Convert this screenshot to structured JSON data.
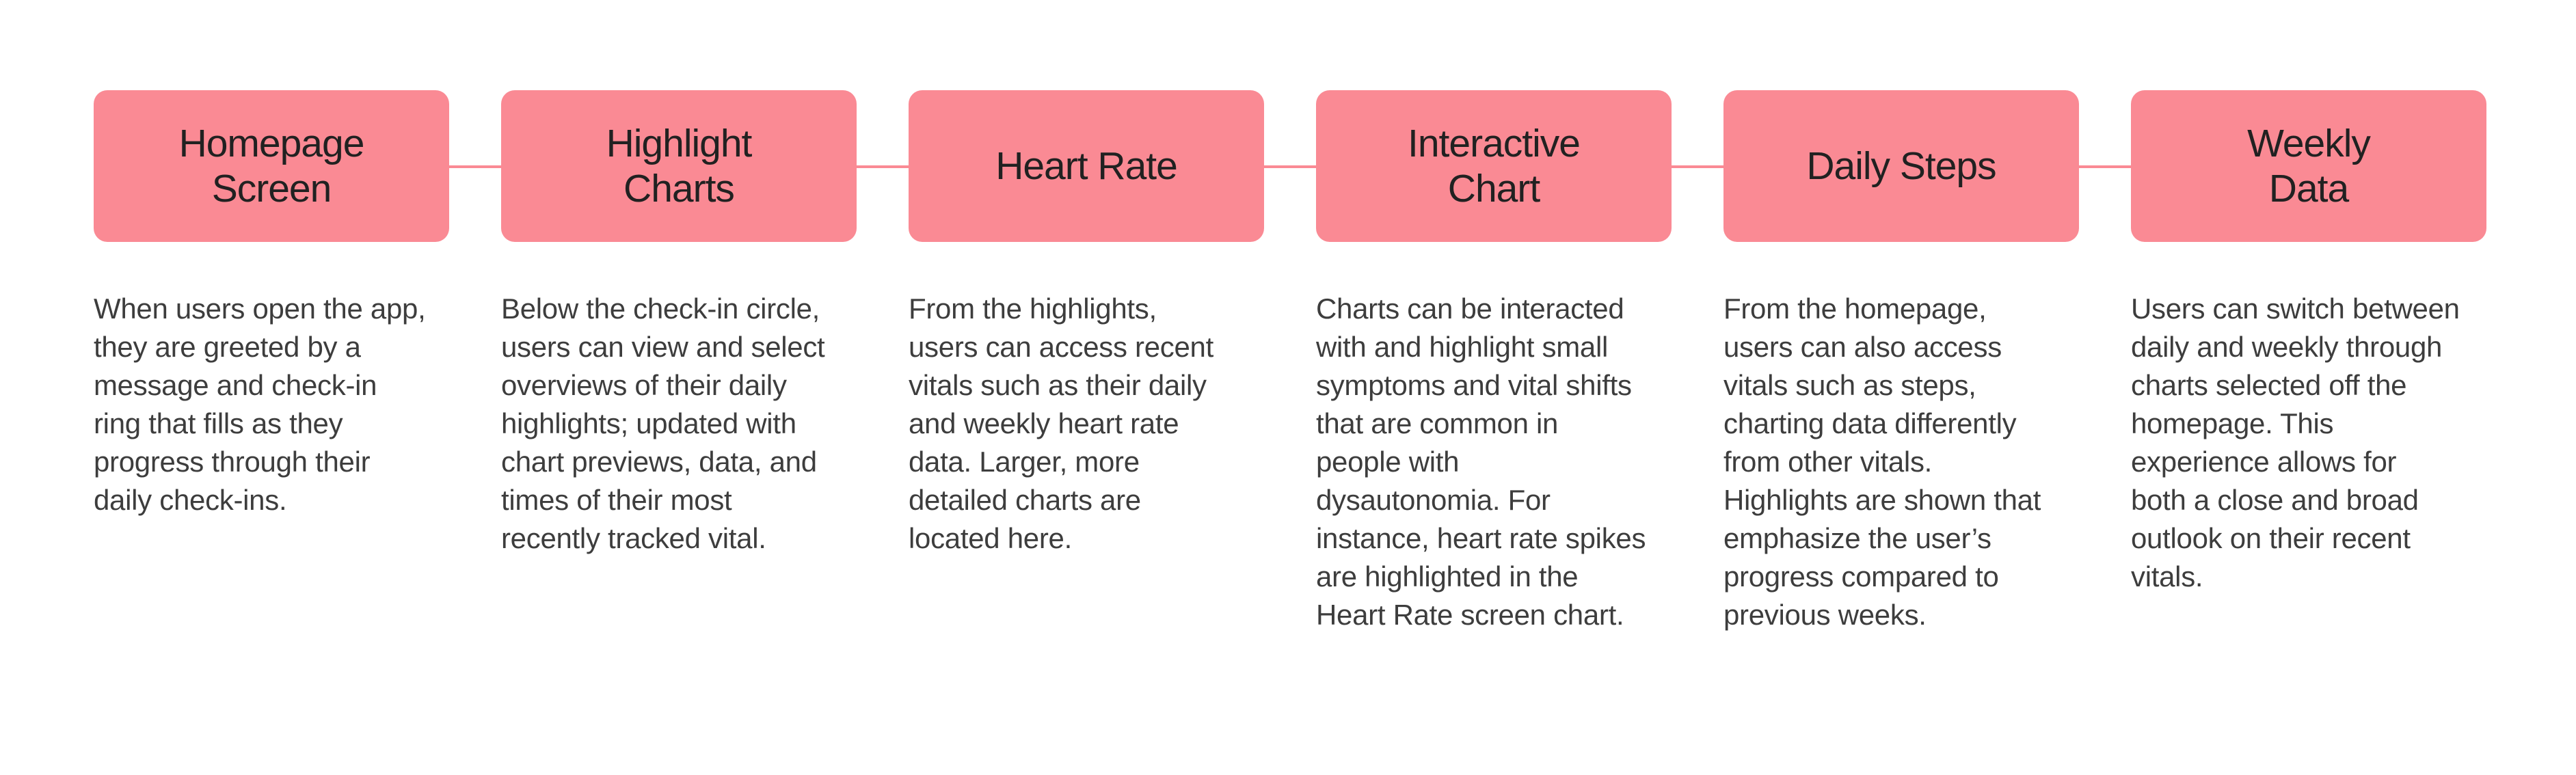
{
  "canvas": {
    "background_color": "#ffffff"
  },
  "flow": {
    "accent_color": "#FA8A94",
    "title_color": "#212121",
    "body_color": "#3d3d3d",
    "steps": [
      {
        "title": "Homepage\nScreen",
        "description": "When users open the app,\nthey are greeted by a\nmessage and check-in\nring that fills as they\nprogress through their\ndaily check-ins."
      },
      {
        "title": "Highlight\nCharts",
        "description": "Below the check-in circle,\nusers can view and select\noverviews of their daily\nhighlights; updated with\nchart previews, data, and\ntimes of their most\nrecently tracked vital."
      },
      {
        "title": "Heart Rate",
        "description": "From the highlights,\nusers can access recent\nvitals such as their daily\nand weekly heart rate\ndata. Larger, more\ndetailed charts are\nlocated here."
      },
      {
        "title": "Interactive\nChart",
        "description": "Charts can be interacted\nwith and highlight small\nsymptoms and vital shifts\nthat are common in\npeople with\ndysautonomia. For\ninstance, heart rate spikes\nare highlighted in the\nHeart Rate screen chart."
      },
      {
        "title": "Daily Steps",
        "description": "From the homepage,\nusers can also access\nvitals such as steps,\ncharting data differently\nfrom other vitals.\nHighlights are shown that\nemphasize the user’s\nprogress compared to\nprevious weeks."
      },
      {
        "title": "Weekly\nData",
        "description": "Users can switch between\ndaily and weekly through\ncharts selected off the\nhomepage. This\nexperience allows for\nboth a close and broad\noutlook on their recent\nvitals."
      }
    ]
  }
}
